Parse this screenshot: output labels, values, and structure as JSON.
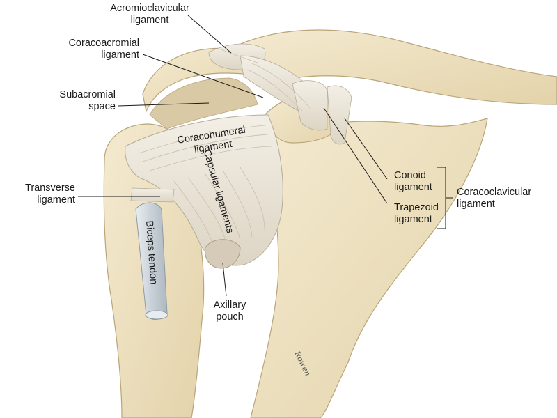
{
  "labels": {
    "acromioclavicular": "Acromioclavicular\nligament",
    "coracoacromial": "Coracoacromial\nligament",
    "subacromial": "Subacromial\nspace",
    "transverse": "Transverse\nligament",
    "conoid": "Conoid\nligament",
    "trapezoid": "Trapezoid\nligament",
    "coracoclavicular": "Coracoclavicular\nligament",
    "axillary": "Axillary\npouch",
    "coracohumeral": "Coracohumeral\nligament",
    "capsular": "Capsular ligaments",
    "biceps": "Biceps tendon"
  },
  "signature": "Rowen",
  "colors": {
    "bone": "#efe3c3",
    "bone_shadow": "#d8c8a0",
    "ligament": "#ece7dc",
    "tendon": "#cfd6dc",
    "line": "#1a1a1a"
  }
}
